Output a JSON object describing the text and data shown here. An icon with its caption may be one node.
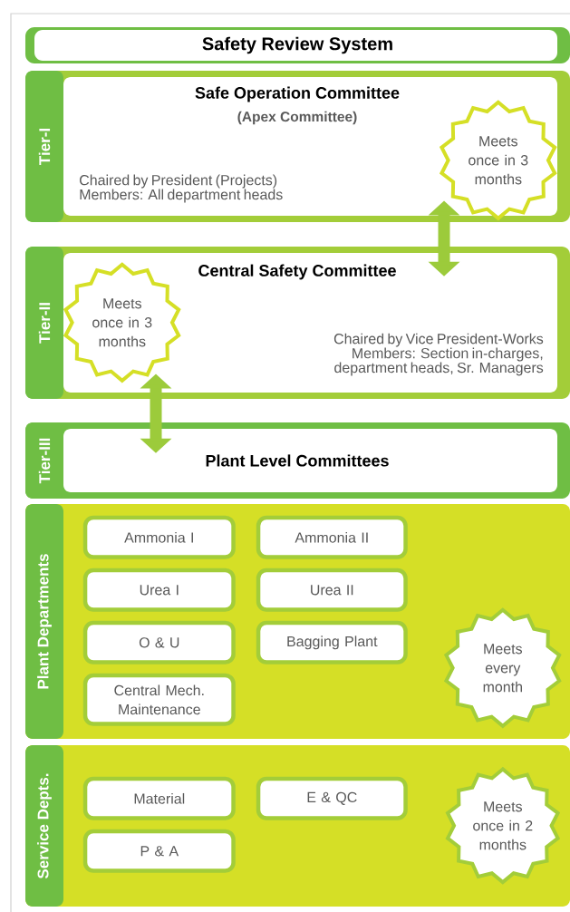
{
  "diagram": {
    "nodes": [
      {
        "text": [
          "Safety Review System"
        ]
      },
      {
        "text": [
          "Tier-I",
          "Safe Operation Committee",
          "(Apex Committee)",
          "Chaired by President (Projects) Members: All department heads"
        ]
      },
      {
        "text": [
          "Meets once in 3 months"
        ],
        "in": 1
      },
      {
        "text": [
          "Tier-II",
          "Central Safety Committee",
          "Chaired by Vice President-Works Members: Section in-charges, department heads, Sr. Managers"
        ]
      },
      {
        "text": [
          "Meets once in 3 months"
        ],
        "in": 3
      },
      {
        "text": [
          "Tier-III",
          "Plant Level Committees"
        ]
      },
      {
        "text": [
          "Plant Departments"
        ]
      },
      {
        "text": [
          "Ammonia I"
        ],
        "in": 6
      },
      {
        "text": [
          "Ammonia II"
        ],
        "in": 6
      },
      {
        "text": [
          "Urea I"
        ],
        "in": 6
      },
      {
        "text": [
          "Urea II"
        ],
        "in": 6
      },
      {
        "text": [
          "O & U"
        ],
        "in": 6
      },
      {
        "text": [
          "Bagging Plant"
        ],
        "in": 6
      },
      {
        "text": [
          "Central Mech. Maintenance"
        ],
        "in": 6
      },
      {
        "text": [
          "Meets every month"
        ],
        "in": 6
      },
      {
        "text": [
          "Service Depts."
        ]
      },
      {
        "text": [
          "Material"
        ],
        "in": 15
      },
      {
        "text": [
          "E & QC"
        ],
        "in": 15
      },
      {
        "text": [
          "P & A"
        ],
        "in": 15
      },
      {
        "text": [
          "Meets once in 2 months"
        ],
        "in": 15
      }
    ],
    "edges": [
      {
        "from": 2,
        "to": 3,
        "arrow": "both"
      },
      {
        "from": 4,
        "to": 5,
        "arrow": "both"
      }
    ]
  }
}
